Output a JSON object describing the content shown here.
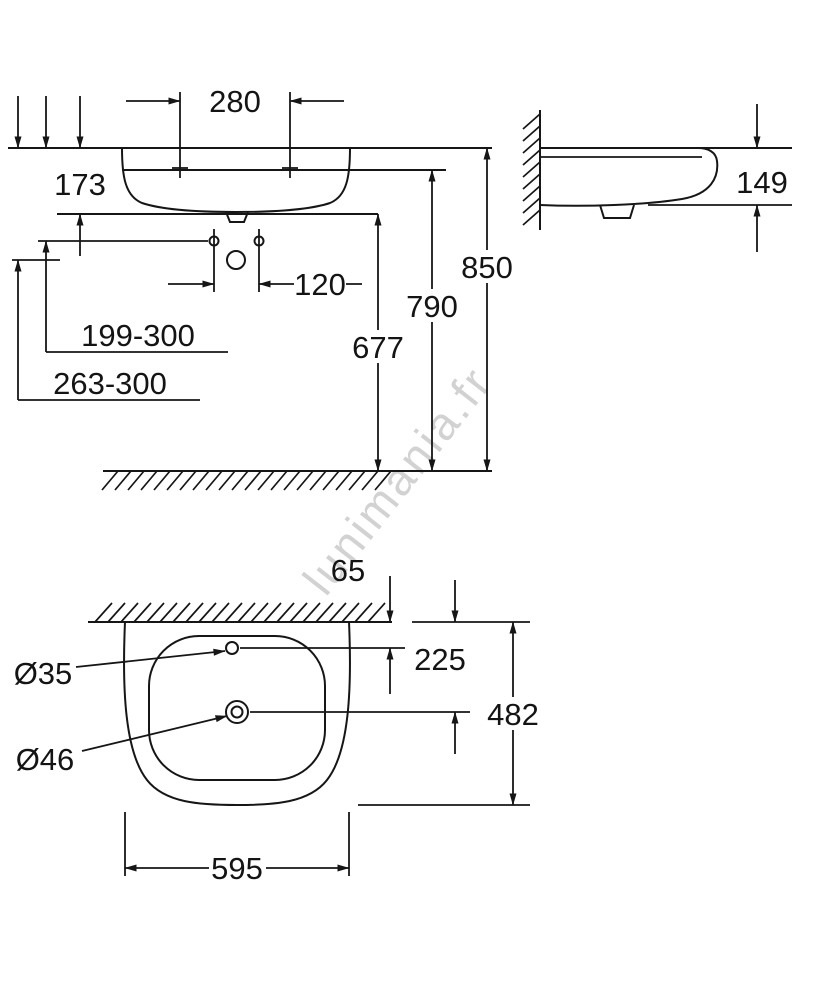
{
  "watermark": "lunimania.fr",
  "front_view": {
    "tap_hole_spacing": "280",
    "basin_height": "173",
    "fixing_hole_spacing": "120",
    "fixing_hole_depth_range": "199-300",
    "drain_depth_range": "263-300",
    "basin_underside_height": "677",
    "rim_front_height": "790",
    "rim_height": "850"
  },
  "side_view": {
    "basin_depth_height": "149"
  },
  "top_view": {
    "tap_hole_wall_offset": "65",
    "drain_wall_offset": "225",
    "basin_depth": "482",
    "basin_width": "595",
    "tap_hole_diameter": "Ø35",
    "drain_diameter": "Ø46"
  }
}
